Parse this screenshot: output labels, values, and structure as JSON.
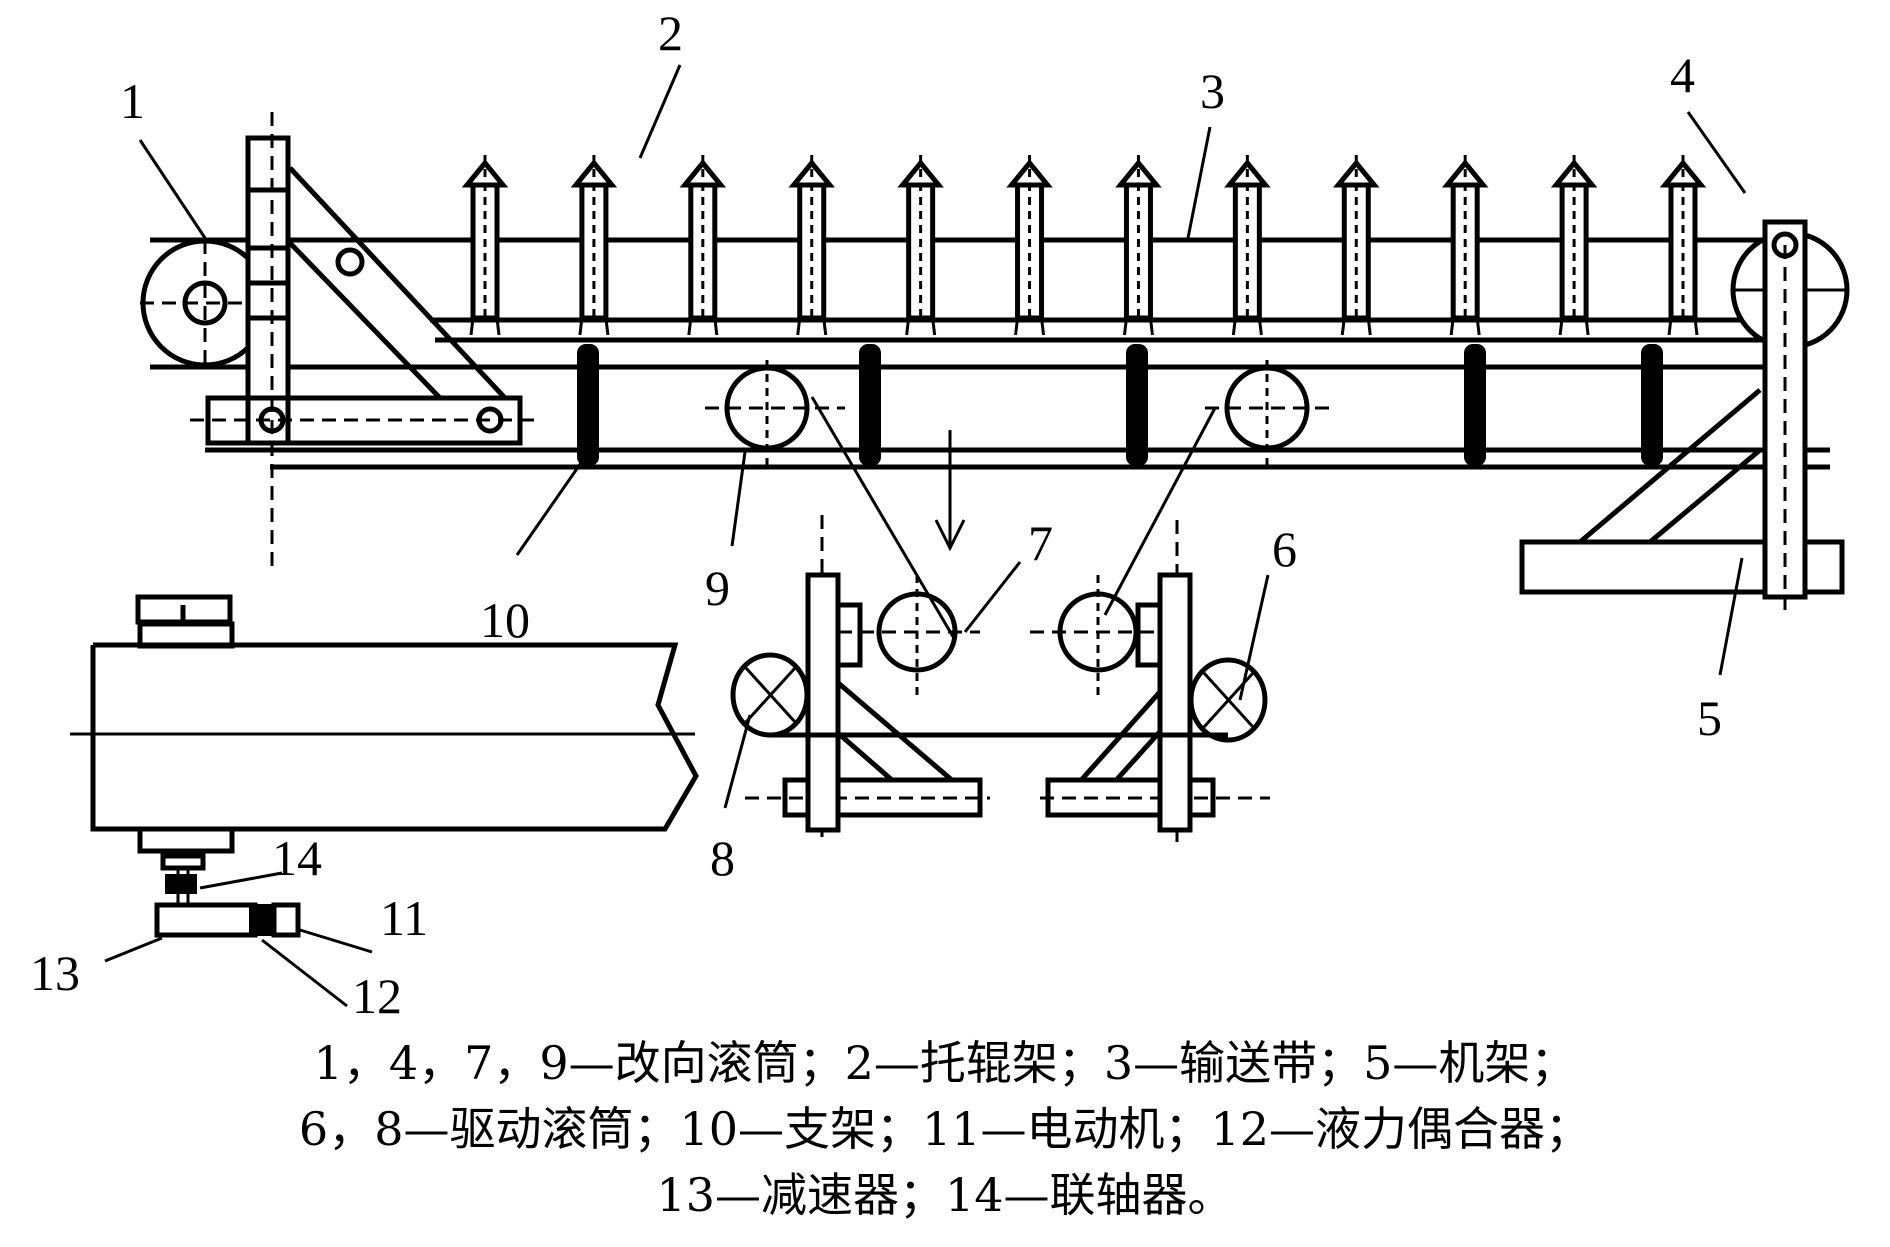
{
  "figure": {
    "title": "带式输送机结构示意图",
    "part_labels": {
      "p1": "1",
      "p2": "2",
      "p3": "3",
      "p4": "4",
      "p5": "5",
      "p6": "6",
      "p7": "7",
      "p8": "8",
      "p9": "9",
      "p10": "10",
      "p11": "11",
      "p12": "12",
      "p13": "13",
      "p14": "14"
    },
    "idler_count": 12,
    "caption_lines": [
      "1，4，7，9—改向滚筒；2—托辊架；3—输送带；5—机架；",
      "6，8—驱动滚筒；10—支架；11—电动机；12—液力偶合器；",
      "13—减速器；14—联轴器。"
    ],
    "legend": [
      {
        "ids": "1，4，7，9",
        "name": "改向滚筒"
      },
      {
        "ids": "2",
        "name": "托辊架"
      },
      {
        "ids": "3",
        "name": "输送带"
      },
      {
        "ids": "5",
        "name": "机架"
      },
      {
        "ids": "6，8",
        "name": "驱动滚筒"
      },
      {
        "ids": "10",
        "name": "支架"
      },
      {
        "ids": "11",
        "name": "电动机"
      },
      {
        "ids": "12",
        "name": "液力偶合器"
      },
      {
        "ids": "13",
        "name": "减速器"
      },
      {
        "ids": "14",
        "name": "联轴器"
      }
    ]
  }
}
